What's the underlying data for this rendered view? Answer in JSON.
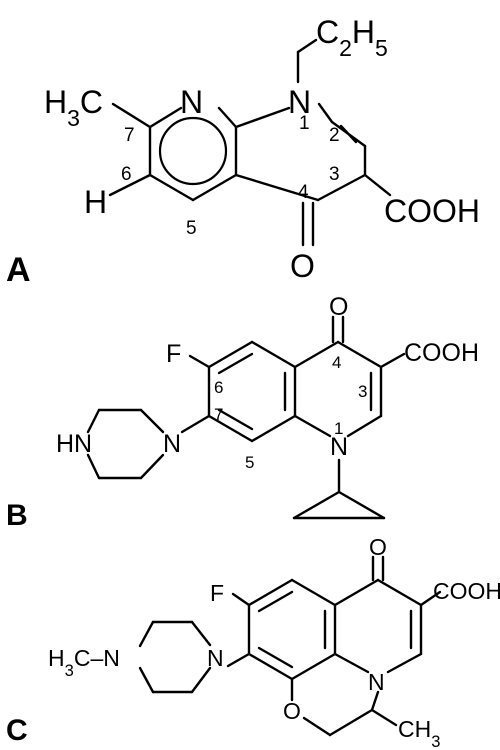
{
  "structures": [
    {
      "panel": "A",
      "atoms": {
        "n_ring": "N",
        "n1": "N",
        "methyl": "H3C",
        "ethyl": "C2H5",
        "h": "H",
        "oxygen": "O",
        "carboxyl": "COOH"
      },
      "positions": [
        "1",
        "2",
        "3",
        "4",
        "5",
        "6",
        "7"
      ]
    },
    {
      "panel": "B",
      "atoms": {
        "fluorine": "F",
        "oxygen": "O",
        "carboxyl": "COOH",
        "n1": "N",
        "piperazine_n": "N",
        "piperazine_nh": "HN"
      },
      "positions": [
        "1",
        "3",
        "4",
        "5",
        "6",
        "7"
      ]
    },
    {
      "panel": "C",
      "atoms": {
        "fluorine": "F",
        "oxygen": "O",
        "carboxyl": "COOH",
        "n_ring": "N",
        "oxazine_o": "O",
        "piperazine_n": "N",
        "n_methyl": "H3C–N",
        "methyl": "CH3"
      }
    }
  ]
}
